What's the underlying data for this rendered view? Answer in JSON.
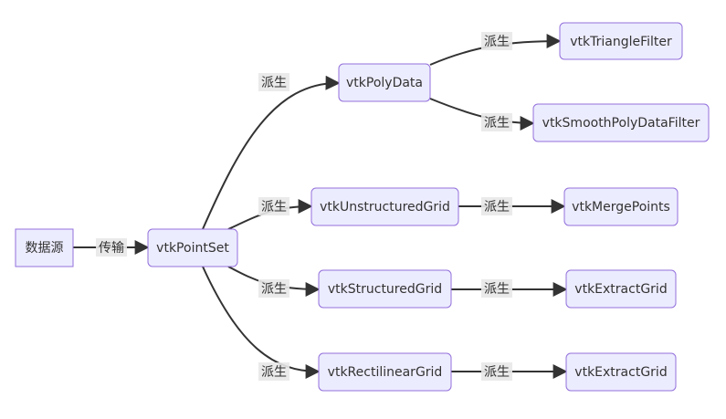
{
  "nodes": {
    "source": "数据源",
    "pointset": "vtkPointSet",
    "polydata": "vtkPolyData",
    "unstructured": "vtkUnstructuredGrid",
    "structured": "vtkStructuredGrid",
    "rectilinear": "vtkRectilinearGrid",
    "triangle_filter": "vtkTriangleFilter",
    "smooth_filter": "vtkSmoothPolyDataFilter",
    "merge_points": "vtkMergePoints",
    "extract_grid_1": "vtkExtractGrid",
    "extract_grid_2": "vtkExtractGrid"
  },
  "edge_labels": {
    "transmit": "传输",
    "derive": "派生"
  },
  "colors": {
    "node_fill": "#ECECFF",
    "node_border": "#9370DB",
    "edge": "#333333",
    "text": "#333333",
    "label_bg": "#e8e8e8"
  }
}
